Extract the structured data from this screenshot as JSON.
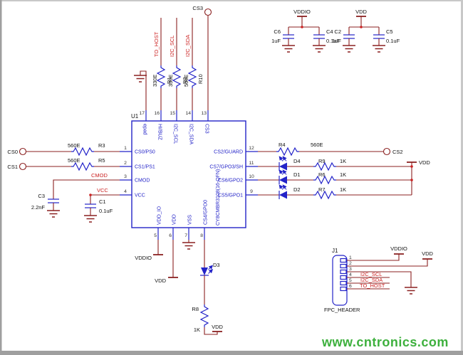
{
  "colors": {
    "wire": "#8b2121",
    "component": "#2323c8",
    "net_label": "#cc2222",
    "text": "#111111",
    "watermark": "#3db03d"
  },
  "page": {
    "watermark": "www.cntronics.com"
  },
  "ic": {
    "refdes": "U1",
    "part": "CY8CMBR3108(16-QFN)",
    "pins": {
      "left": [
        {
          "num": "1",
          "name": "CS0/PS0"
        },
        {
          "num": "2",
          "name": "CS1/PS1"
        },
        {
          "num": "3",
          "name": "CMOD"
        },
        {
          "num": "4",
          "name": "VCC"
        }
      ],
      "top": [
        {
          "num": "17",
          "name": "epad"
        },
        {
          "num": "16",
          "name": "HI/BUZ"
        },
        {
          "num": "15",
          "name": "I2C_SCL"
        },
        {
          "num": "14",
          "name": "I2C_SDA"
        },
        {
          "num": "13",
          "name": "CS3"
        }
      ],
      "right": [
        {
          "num": "12",
          "name": "CS2/GUARD"
        },
        {
          "num": "11",
          "name": "CS7/GPO3/SH"
        },
        {
          "num": "10",
          "name": "CS6/GPO2"
        },
        {
          "num": "9",
          "name": "CS5/GPO1"
        }
      ],
      "bottom": [
        {
          "num": "5",
          "name": "VDD_IO"
        },
        {
          "num": "6",
          "name": "VDD"
        },
        {
          "num": "7",
          "name": "VSS"
        },
        {
          "num": "8",
          "name": "CS4/GPO0"
        }
      ]
    }
  },
  "pullups": [
    {
      "net": "TO_HOST",
      "ref": "R1",
      "value": "330E"
    },
    {
      "net": "I2C_SCL",
      "ref": "R2",
      "value": "330E"
    },
    {
      "net": "I2C_SDA",
      "ref": "R10",
      "value": "560E"
    }
  ],
  "ports": {
    "cs0": "CS0",
    "cs1": "CS1",
    "cs2": "CS2",
    "cs3": "CS3"
  },
  "rails": {
    "vddio": "VDDIO",
    "vdd": "VDD"
  },
  "nets": {
    "cmod": "CMOD",
    "vcc": "VCC"
  },
  "decoupling": [
    {
      "rail": "VDDIO",
      "c_bulk": {
        "ref": "C6",
        "value": "1uF"
      },
      "c_hf": {
        "ref": "C4",
        "value": "0.1uF"
      }
    },
    {
      "rail": "VDD",
      "c_bulk": {
        "ref": "C2",
        "value": "1uF"
      },
      "c_hf": {
        "ref": "C5",
        "value": "0.1uF"
      }
    }
  ],
  "sense": [
    {
      "ref": "R3",
      "value": "560E"
    },
    {
      "ref": "R5",
      "value": "560E"
    }
  ],
  "cmod_cap": {
    "ref": "C3",
    "value": "2.2nF"
  },
  "vcc_cap": {
    "ref": "C1",
    "value": "0.1uF"
  },
  "guard": {
    "ref": "R4",
    "value": "560E"
  },
  "leds": [
    {
      "led": "D4",
      "res": "R9",
      "value": "1K"
    },
    {
      "led": "D1",
      "res": "R6",
      "value": "1K"
    },
    {
      "led": "D2",
      "res": "R7",
      "value": "1K"
    }
  ],
  "status_led": {
    "led": "D3",
    "res": "R8",
    "value": "1K"
  },
  "connector": {
    "refdes": "J1",
    "name": "FPC_HEADER",
    "pins": [
      "1",
      "2",
      "3",
      "4",
      "5",
      "6"
    ],
    "net_labels": [
      "I2C_SCL",
      "I2C_SDA",
      "TO_HOST"
    ]
  }
}
